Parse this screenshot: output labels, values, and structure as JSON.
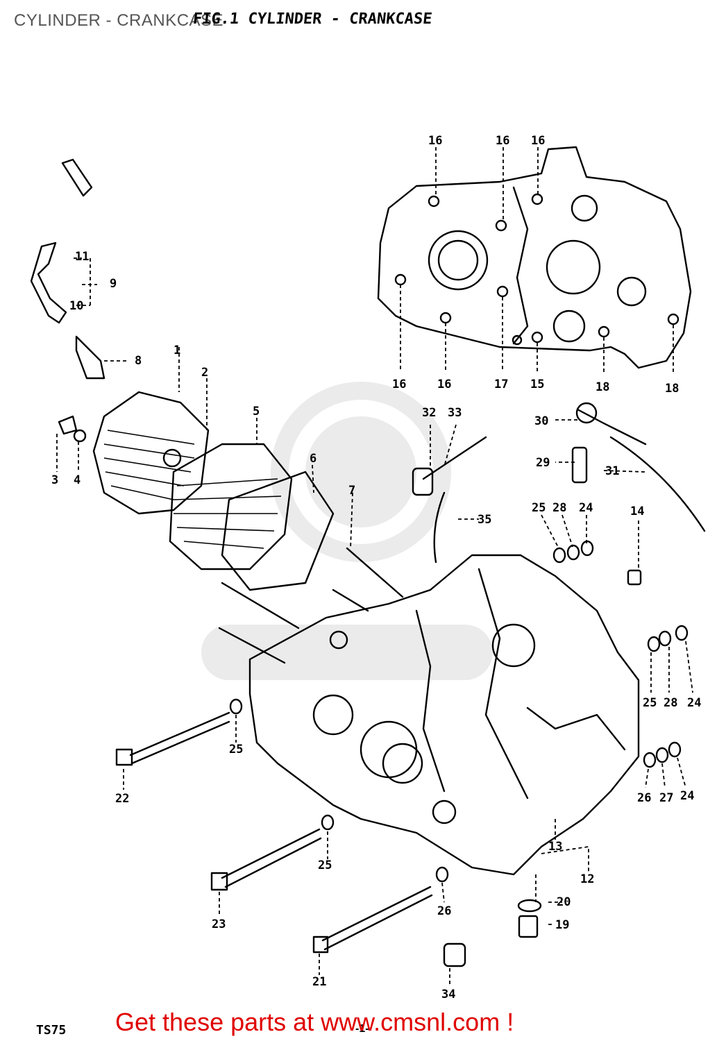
{
  "page": {
    "title": "CYLINDER - CRANKCASE",
    "figure_title": "FIG.1 CYLINDER - CRANKCASE",
    "model_code": "TS75",
    "page_number": "-1-",
    "cta_text": "Get these parts at www.cmsnl.com !",
    "cta_color": "#e00000"
  },
  "part_labels": [
    "1",
    "2",
    "3",
    "4",
    "5",
    "6",
    "7",
    "8",
    "9",
    "10",
    "11",
    "12",
    "13",
    "14",
    "15",
    "16",
    "17",
    "18",
    "19",
    "20",
    "21",
    "22",
    "23",
    "24",
    "25",
    "26",
    "27",
    "28",
    "29",
    "30",
    "31",
    "32",
    "33",
    "34",
    "35"
  ]
}
